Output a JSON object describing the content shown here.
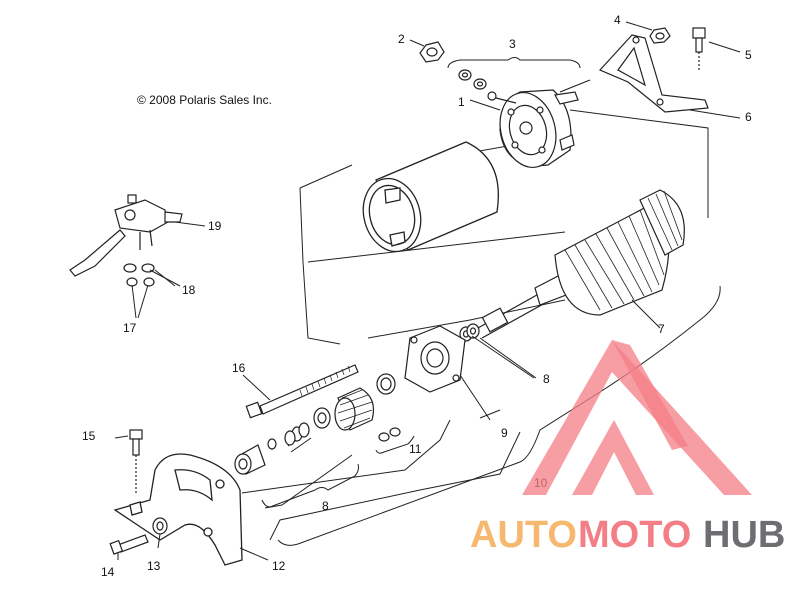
{
  "copyright": "© 2008 Polaris Sales Inc.",
  "callouts": [
    "1",
    "2",
    "3",
    "4",
    "5",
    "6",
    "7",
    "8",
    "8",
    "9",
    "10",
    "11",
    "12",
    "13",
    "14",
    "15",
    "16",
    "17",
    "18",
    "19"
  ],
  "watermark": {
    "part1": "AUTO",
    "part2": "MOTO",
    "part3": "HUB",
    "color_orange": "#f5b86e",
    "color_pink": "#f47e86",
    "color_gray": "#6d6e71"
  }
}
